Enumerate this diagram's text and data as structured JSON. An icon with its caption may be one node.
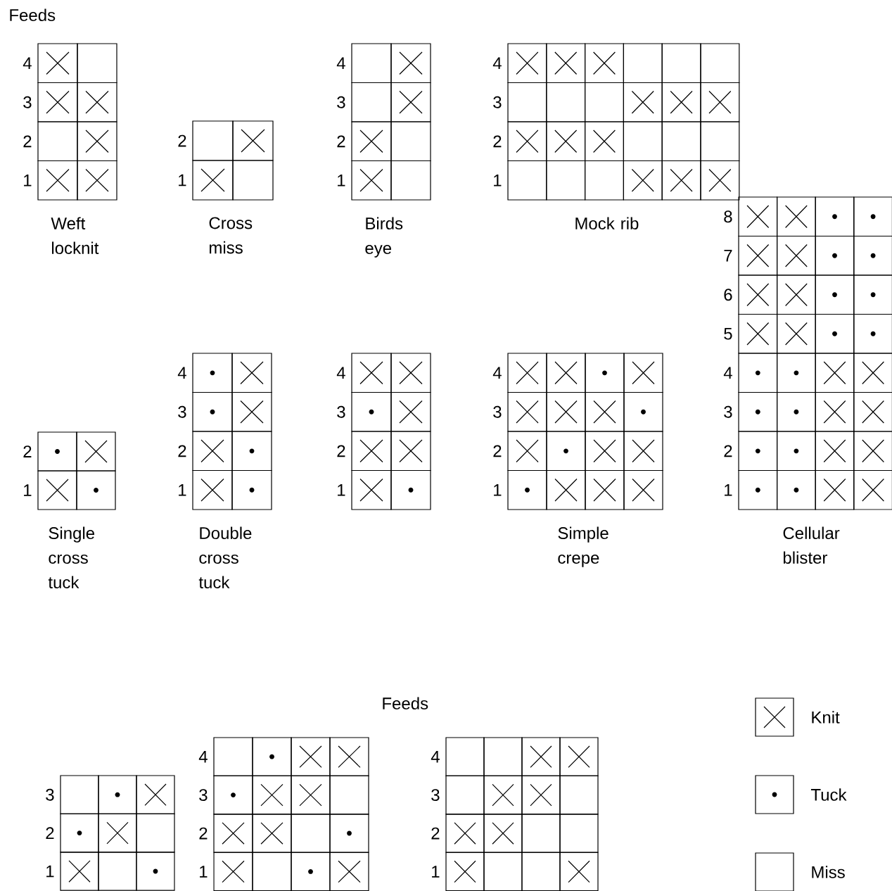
{
  "diagram": {
    "labels": [
      "Feeds",
      "4",
      "3",
      "2",
      "1",
      "Weft locknit",
      "2",
      "1",
      "Cross miss",
      "4",
      "3",
      "2",
      "1",
      "Birds eye",
      "4",
      "3",
      "2",
      "1",
      "Mock rib",
      "2",
      "1",
      "Single cross tuck",
      "4",
      "3",
      "2",
      "1",
      "Double cross tuck",
      "4",
      "3",
      "2",
      "1",
      "4",
      "3",
      "2",
      "1",
      "Simple crepe",
      "8",
      "7",
      "6",
      "5",
      "4",
      "3",
      "2",
      "1",
      "Cellular blister",
      "Feeds",
      "3",
      "2",
      "1",
      "4",
      "3",
      "2",
      "1",
      "4",
      "3",
      "2",
      "1"
    ],
    "legend": [
      {
        "text": "Knit"
      },
      {
        "text": "Tuck"
      },
      {
        "text": "Miss"
      }
    ]
  }
}
